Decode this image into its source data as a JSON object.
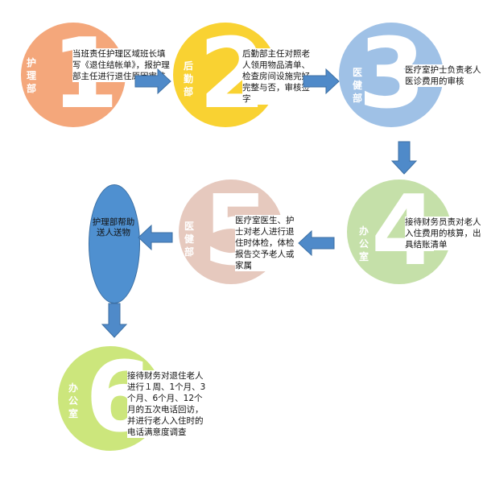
{
  "colors": {
    "step1": "#f4a77b",
    "step2": "#f9d232",
    "step3": "#9fc1e6",
    "step4": "#c5e0a9",
    "step5": "#e6c9be",
    "step6": "#cce67c",
    "oval": "#4f90d0",
    "arrow": "#4f8ac9"
  },
  "steps": [
    {
      "number": "1",
      "dept": "护理部",
      "text": "当班责任护理区域班长填写《退住结帐单》，报护理部主任进行退住原因审核"
    },
    {
      "number": "2",
      "dept": "后勤部",
      "text": "后勤部主任对照老人领用物品清单、检查房间设施完好完整与否，审核签字"
    },
    {
      "number": "3",
      "dept": "医健部",
      "text": "医疗室护士负责老人医诊费用的审核"
    },
    {
      "number": "4",
      "dept": "办公室",
      "text": "接待财务员责对老人入住费用的核算，出具结账清单"
    },
    {
      "number": "5",
      "dept": "医健部",
      "text": "医疗室医生、护士对老人进行退住时体检，体检报告交予老人或家属"
    },
    {
      "number": "6",
      "dept": "办公室",
      "text": "接待财务对退住老人进行１周、1个月、3个月、6个月、12个月的五次电话回访，并进行老人入住时的电话满意度调查"
    }
  ],
  "final": {
    "text": "护理部帮助送人送物"
  },
  "icons": {
    "arrow": "arrow-icon"
  }
}
